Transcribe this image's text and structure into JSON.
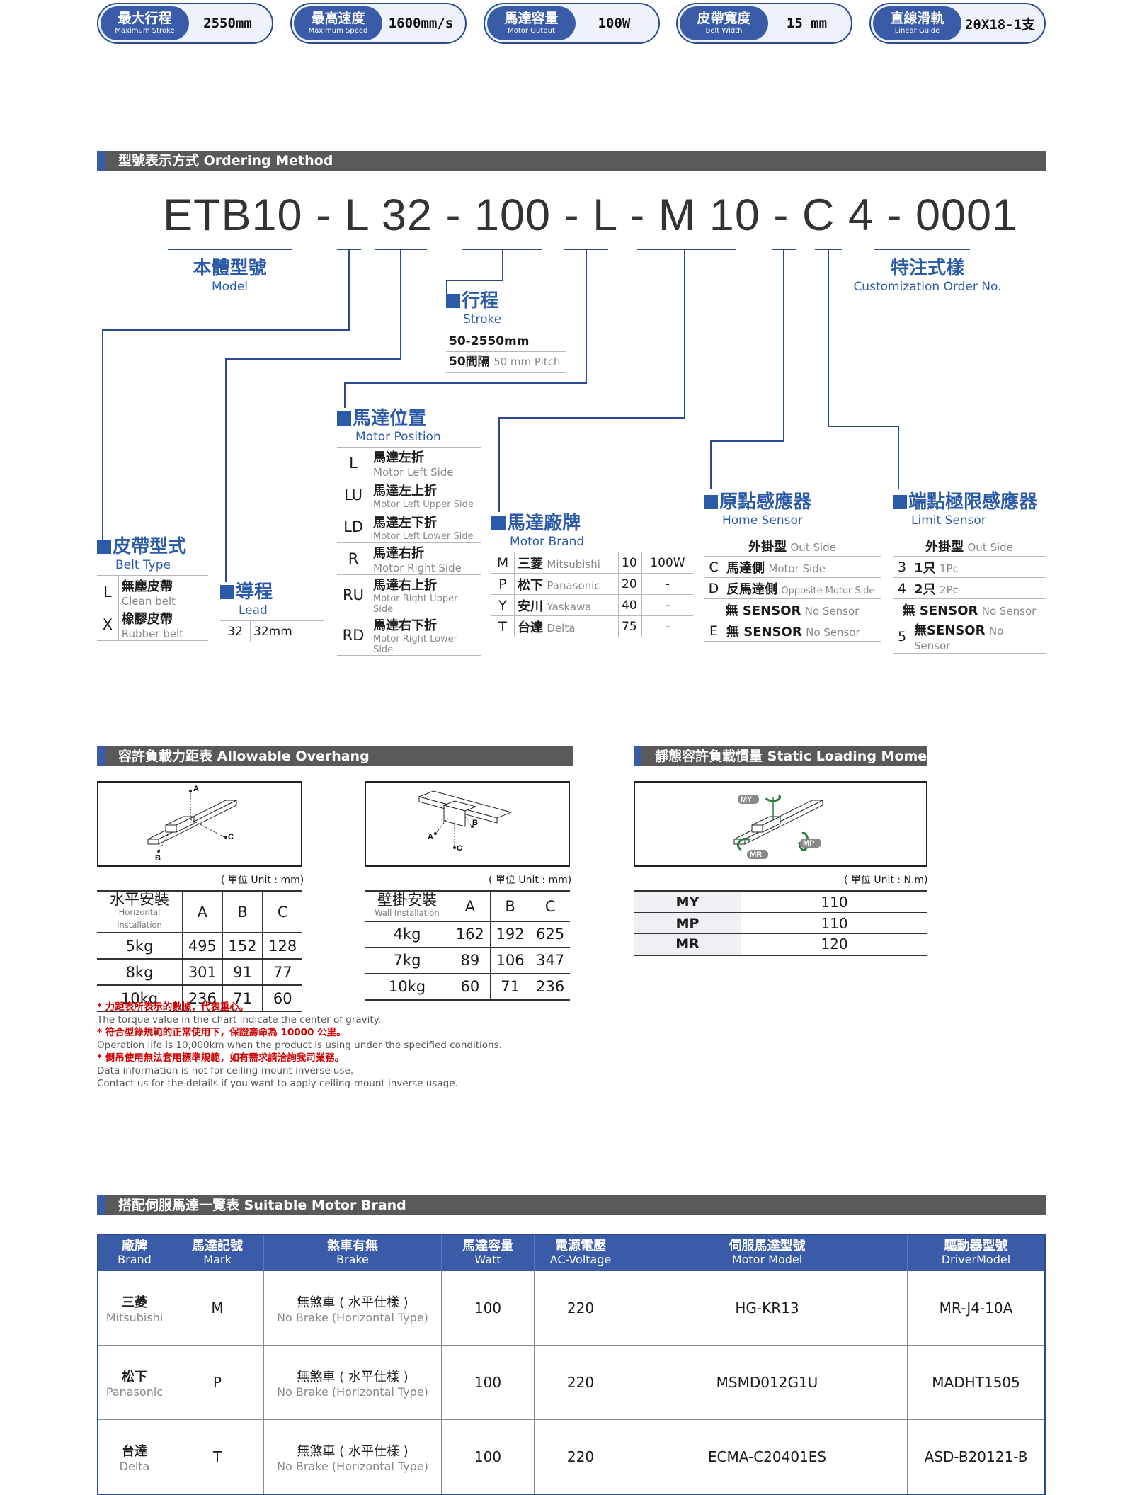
{
  "specs": [
    {
      "cn": "最大行程",
      "en": "Maximum Stroke",
      "value": "2550mm"
    },
    {
      "cn": "最高速度",
      "en": "Maximum Speed",
      "value": "1600mm/s"
    },
    {
      "cn": "馬達容量",
      "en": "Motor Output",
      "value": "100W"
    },
    {
      "cn": "皮帶寬度",
      "en": "Belt Width",
      "value": "15  mm"
    },
    {
      "cn": "直線滑軌",
      "en": "Linear Guide",
      "value": "20X18-1支"
    }
  ],
  "ordering": {
    "header_cn": "型號表示方式",
    "header_en": "Ordering Method",
    "code": {
      "p1": "ETB10",
      "p2": "L",
      "p3": "32",
      "p4": "100",
      "p5": "L",
      "p6": "M",
      "p7": "10",
      "p8": "C",
      "p9": "4",
      "p10": "0001",
      "sep": "-"
    },
    "model": {
      "cn": "本體型號",
      "en": "Model"
    },
    "custom": {
      "cn": "特注式樣",
      "en": "Customization Order No."
    },
    "stroke": {
      "cn": "行程",
      "en": "Stroke",
      "range": "50-2550mm",
      "pitch_cn": "50間隔",
      "pitch_en": "50 mm Pitch"
    },
    "belt": {
      "cn": "皮帶型式",
      "en": "Belt Type",
      "rows": [
        {
          "k": "L",
          "cn": "無塵皮帶",
          "en": "Clean belt"
        },
        {
          "k": "X",
          "cn": "橡膠皮帶",
          "en": "Rubber belt"
        }
      ]
    },
    "lead": {
      "cn": "導程",
      "en": "Lead",
      "k": "32",
      "v": "32mm"
    },
    "motorpos": {
      "cn": "馬達位置",
      "en": "Motor Position",
      "rows": [
        {
          "k": "L",
          "cn": "馬達左折",
          "en": "Motor Left Side"
        },
        {
          "k": "LU",
          "cn": "馬達左上折",
          "en": "Motor Left Upper Side"
        },
        {
          "k": "LD",
          "cn": "馬達左下折",
          "en": "Motor Left Lower Side"
        },
        {
          "k": "R",
          "cn": "馬達右折",
          "en": "Motor Right Side"
        },
        {
          "k": "RU",
          "cn": "馬達右上折",
          "en": "Motor Right Upper Side"
        },
        {
          "k": "RD",
          "cn": "馬達右下折",
          "en": "Motor Right Lower Side"
        }
      ]
    },
    "brand": {
      "cn": "馬達廠牌",
      "en": "Motor Brand",
      "rows": [
        {
          "k": "M",
          "cn": "三菱",
          "en": "Mitsubishi",
          "n": "10",
          "w": "100W"
        },
        {
          "k": "P",
          "cn": "松下",
          "en": "Panasonic",
          "n": "20",
          "w": "-"
        },
        {
          "k": "Y",
          "cn": "安川",
          "en": "Yaskawa",
          "n": "40",
          "w": "-"
        },
        {
          "k": "T",
          "cn": "台達",
          "en": "Delta",
          "n": "75",
          "w": "-"
        }
      ]
    },
    "home": {
      "cn": "原點感應器",
      "en": "Home Sensor",
      "rows": [
        {
          "k": "",
          "cn": "外掛型",
          "en": "Out Side"
        },
        {
          "k": "C",
          "cn": "馬達側",
          "en": "Motor Side"
        },
        {
          "k": "D",
          "cn": "反馬達側",
          "en": "Opposite Motor Side"
        },
        {
          "k": "",
          "cn": "無 SENSOR",
          "en": "No Sensor"
        },
        {
          "k": "E",
          "cn": "無 SENSOR",
          "en": "No Sensor"
        }
      ]
    },
    "limit": {
      "cn": "端點極限感應器",
      "en": "Limit Sensor",
      "rows": [
        {
          "k": "",
          "cn": "外掛型",
          "en": "Out Side"
        },
        {
          "k": "3",
          "cn": "1只",
          "en": "1Pc"
        },
        {
          "k": "4",
          "cn": "2只",
          "en": "2Pc"
        },
        {
          "k": "",
          "cn": "無 SENSOR",
          "en": "No Sensor"
        },
        {
          "k": "5",
          "cn": "無SENSOR",
          "en": "No Sensor"
        }
      ]
    }
  },
  "overhang": {
    "header_cn": "容許負載力距表",
    "header_en": "Allowable Overhang",
    "unit": "( 單位 Unit : mm)",
    "horizontal": {
      "cn": "水平安裝",
      "en": "Horizontal Installation",
      "cols": [
        "A",
        "B",
        "C"
      ],
      "rows": [
        [
          "5kg",
          "495",
          "152",
          "128"
        ],
        [
          "8kg",
          "301",
          "91",
          "77"
        ],
        [
          "10kg",
          "236",
          "71",
          "60"
        ]
      ]
    },
    "wall": {
      "cn": "壁掛安裝",
      "en": "Wall Installation",
      "cols": [
        "A",
        "B",
        "C"
      ],
      "rows": [
        [
          "4kg",
          "162",
          "192",
          "625"
        ],
        [
          "7kg",
          "89",
          "106",
          "347"
        ],
        [
          "10kg",
          "60",
          "71",
          "236"
        ]
      ]
    },
    "labels": {
      "a": "A",
      "b": "B",
      "c": "C"
    }
  },
  "static": {
    "header_cn": "靜態容許負載慣量",
    "header_en": "Static Loading Moment",
    "unit": "( 單位 Unit : N.m)",
    "rows": [
      [
        "MY",
        "110"
      ],
      [
        "MP",
        "110"
      ],
      [
        "MR",
        "120"
      ]
    ],
    "labels": {
      "my": "MY",
      "mp": "MP",
      "mr": "MR"
    }
  },
  "notes": {
    "n1_cn": "* 力距表所表示的數據，代表重心。",
    "n1_en": "The torque value in the chart indicate the center of gravity.",
    "n2_cn": "* 符合型錄規範的正常使用下，保證壽命為 10000 公里。",
    "n2_en": "Operation life is 10,000km when the product is using under the specified conditions.",
    "n3_cn": "* 倒吊使用無法套用標準規範，如有需求請洽詢我司業務。",
    "n3_en1": "Data information is not for ceiling-mount inverse use.",
    "n3_en2": "Contact us for the details if you want to apply ceiling-mount inverse usage."
  },
  "motors": {
    "header_cn": "搭配伺服馬達一覽表",
    "header_en": "Suitable Motor Brand",
    "cols": [
      {
        "cn": "廠牌",
        "en": "Brand"
      },
      {
        "cn": "馬達記號",
        "en": "Mark"
      },
      {
        "cn": "煞車有無",
        "en": "Brake"
      },
      {
        "cn": "馬達容量",
        "en": "Watt"
      },
      {
        "cn": "電源電壓",
        "en": "AC-Voltage"
      },
      {
        "cn": "伺服馬達型號",
        "en": "Motor Model"
      },
      {
        "cn": "驅動器型號",
        "en": "DriverModel"
      }
    ],
    "rows": [
      {
        "bcn": "三菱",
        "ben": "Mitsubishi",
        "mark": "M",
        "brk_cn": "無煞車 ( 水平仕樣 )",
        "brk_en": "No Brake (Horizontal Type)",
        "watt": "100",
        "volt": "220",
        "model": "HG-KR13",
        "driver": "MR-J4-10A"
      },
      {
        "bcn": "松下",
        "ben": "Panasonic",
        "mark": "P",
        "brk_cn": "無煞車 ( 水平仕樣 )",
        "brk_en": "No Brake (Horizontal Type)",
        "watt": "100",
        "volt": "220",
        "model": "MSMD012G1U",
        "driver": "MADHT1505"
      },
      {
        "bcn": "台達",
        "ben": "Delta",
        "mark": "T",
        "brk_cn": "無煞車 ( 水平仕樣 )",
        "brk_en": "No Brake (Horizontal Type)",
        "watt": "100",
        "volt": "220",
        "model": "ECMA-C20401ES",
        "driver": "ASD-B20121-B"
      }
    ]
  }
}
